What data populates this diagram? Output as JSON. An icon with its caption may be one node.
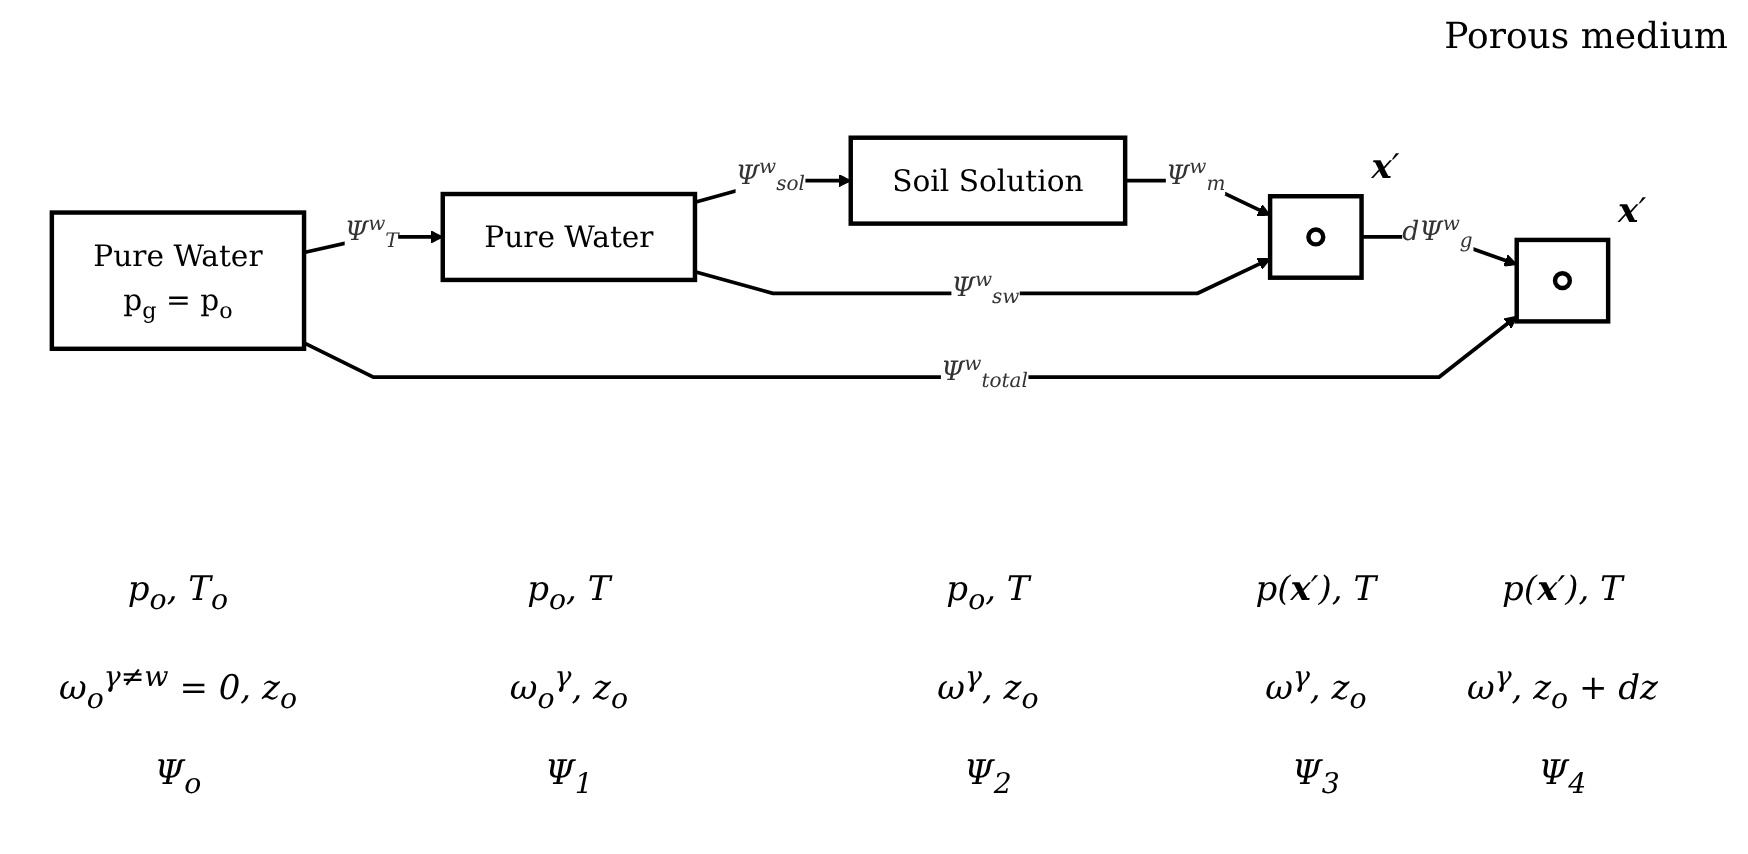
{
  "diagram": {
    "nodes": [
      {
        "text": [
          "Pure Water",
          "p$_{g}$ = p$_{o}$"
        ],
        "beside": [
          "p$_{o}$, T$_{o}$",
          "ω$_{o}$$^{γ≠w}$ = 0, z$_{o}$",
          "Ψ$_{o}$"
        ]
      },
      {
        "text": [
          "Pure Water"
        ],
        "beside": [
          "p$_{o}$, T",
          "ω$_{o}$$^{γ}$, z$_{o}$",
          "Ψ$_{1}$"
        ]
      },
      {
        "text": [
          "Soil Solution"
        ],
        "beside": [
          "p$_{o}$, T",
          "ω$^{γ}$, z$_{o}$",
          "Ψ$_{2}$"
        ]
      },
      {
        "text": [],
        "shape": "box",
        "beside": [
          "**x**′",
          "p(**x**′), T",
          "ω$^{γ}$, z$_{o}$",
          "Ψ$_{3}$"
        ]
      },
      {
        "text": [],
        "shape": "box",
        "beside": [
          "**x**′",
          "p(**x**′), T",
          "ω$^{γ}$, z$_{o}$ + dz",
          "Ψ$_{4}$"
        ]
      }
    ],
    "edges": [
      {
        "from": 0,
        "to": 1,
        "arrow": "to",
        "label": "Ψ$^{w}$$_{T}$"
      },
      {
        "from": 1,
        "to": 2,
        "arrow": "to",
        "label": "Ψ$^{w}$$_{sol}$"
      },
      {
        "from": 2,
        "to": 3,
        "arrow": "to",
        "label": "Ψ$^{w}$$_{m}$"
      },
      {
        "from": 3,
        "to": 4,
        "arrow": "to",
        "label": "dΨ$^{w}$$_{g}$"
      },
      {
        "from": 1,
        "to": 3,
        "arrow": "to",
        "label": "Ψ$^{w}$$_{sw}$"
      },
      {
        "from": 0,
        "to": 4,
        "arrow": "to",
        "label": "Ψ$^{w}$$_{total}$"
      }
    ],
    "labels": [
      "Porous medium"
    ]
  }
}
